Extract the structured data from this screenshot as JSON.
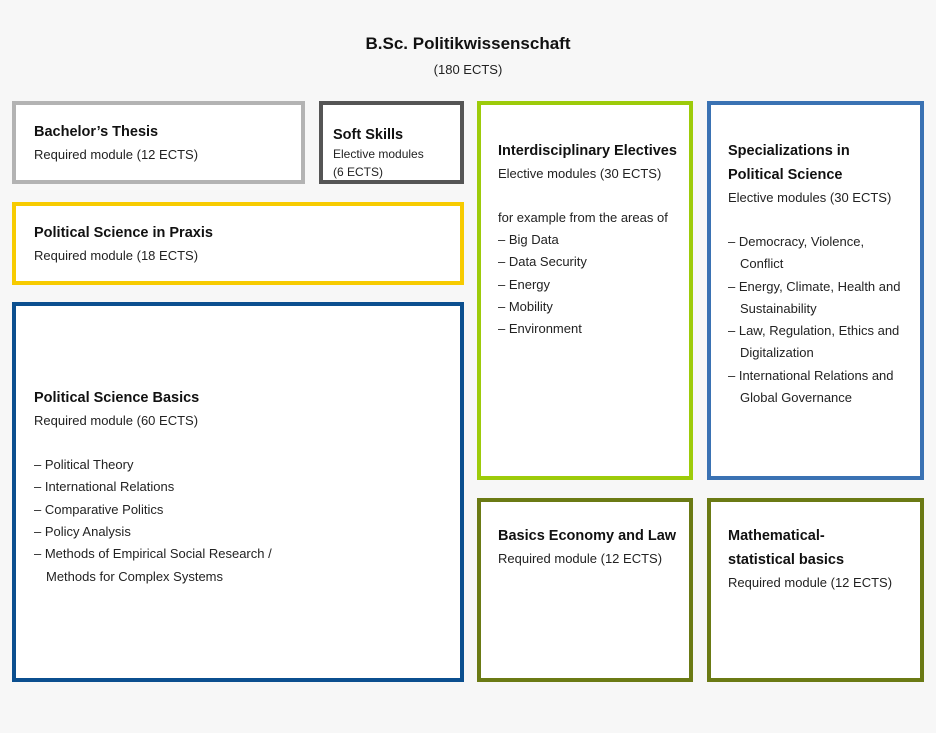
{
  "header": {
    "title": "B.Sc. Politikwissenschaft",
    "subtitle": "(180 ECTS)"
  },
  "modules": {
    "thesis": {
      "title": "Bachelor’s Thesis",
      "desc": "Required module (12 ECTS)",
      "color": "#b3b3b3"
    },
    "soft_skills": {
      "title": "Soft Skills",
      "desc": "Elective modules",
      "desc2": "(6 ECTS)",
      "color": "#555555"
    },
    "praxis": {
      "title": "Political Science in Praxis",
      "desc": "Required module (18 ECTS)",
      "color": "#f7cb00"
    },
    "basics": {
      "title": "Political Science Basics",
      "desc": "Required module (60 ECTS)",
      "color": "#0b4f8f",
      "items": [
        "Political Theory",
        "International Relations",
        "Comparative Politics",
        "Policy Analysis",
        "Methods of Empirical Social Research / Methods for Complex Systems"
      ]
    },
    "interdisciplinary": {
      "title": "Interdisciplinary Electives",
      "desc": "Elective modules (30 ECTS)",
      "intro": "for example from the areas of",
      "color": "#9dcb0a",
      "items": [
        "Big Data",
        "Data Security",
        "Energy",
        "Mobility",
        "Environment"
      ]
    },
    "specializations": {
      "title": "Specializations in Political Science",
      "desc": "Elective modules (30 ECTS)",
      "color": "#3a72b3",
      "items": [
        "Democracy, Violence, Conflict",
        "Energy, Climate, Health and Sustainability",
        "Law, Regulation, Ethics and Digitalization",
        "International Relations and Global Governance"
      ]
    },
    "economy_law": {
      "title": "Basics Economy and Law",
      "desc": "Required module (12 ECTS)",
      "color": "#6b7a14"
    },
    "math": {
      "title": "Mathematical-statistical basics",
      "desc": "Required module (12 ECTS)",
      "color": "#6b7a14"
    }
  }
}
